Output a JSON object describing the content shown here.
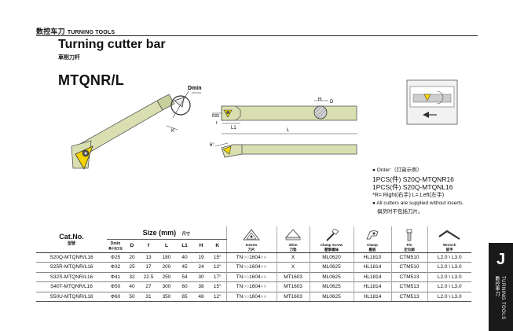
{
  "header": {
    "cn": "数控车刀",
    "en": "TURNING TOOLS"
  },
  "title": "Turning cutter bar",
  "subtitle": "車削刀杆",
  "model": "MTQNR/L",
  "drawing_labels": {
    "dmin": "Dmin",
    "h": "H",
    "d": "D",
    "r05": "R05",
    "f": "f",
    "l1": "L1",
    "l": "L",
    "k": "K",
    "angle": "6°"
  },
  "order": {
    "line1": "● Order:（訂貨示例）",
    "line2": "1PCS(件) S20Q-MTQNR16",
    "line3": "1PCS(件) S20Q-MTQNL16",
    "line4": "*R= Right(右手)   L= Left(左手)",
    "line5": "● All cutters are supplied without inserts.",
    "line6": "俱货时不包括刀片。"
  },
  "table": {
    "cat_no": "Cat.No.",
    "cat_cn": "型號",
    "size_label": "Size (mm)",
    "size_cn": "尺寸",
    "cols": [
      {
        "en": "Dmin",
        "cn": "最小加工径"
      },
      {
        "en": "D",
        "cn": ""
      },
      {
        "en": "f",
        "cn": ""
      },
      {
        "en": "L",
        "cn": ""
      },
      {
        "en": "L1",
        "cn": ""
      },
      {
        "en": "H",
        "cn": ""
      },
      {
        "en": "K",
        "cn": ""
      }
    ],
    "parts": [
      {
        "en": "Inserts",
        "cn": "刀片"
      },
      {
        "en": "Shim",
        "cn": "刀垫"
      },
      {
        "en": "Clamp Screw",
        "cn": "壓緊螺絲"
      },
      {
        "en": "Clamp",
        "cn": "壓板"
      },
      {
        "en": "Pin",
        "cn": "定位銷"
      },
      {
        "en": "Wrench",
        "cn": "扳手"
      }
    ],
    "rows": [
      [
        "S20Q-MTQNR/L16",
        "Φ25",
        "20",
        "13",
        "180",
        "40",
        "19",
        "15°",
        "TN○○1604○○",
        "X",
        "ML0620",
        "HL1810",
        "CTM510",
        "L2.0 \\ L3.0"
      ],
      [
        "S25R-MTQNR/L16",
        "Φ32",
        "25",
        "17",
        "200",
        "45",
        "24",
        "12°",
        "TN○○1604○○",
        "X",
        "ML0625",
        "HL1814",
        "CTM510",
        "L2.0 \\ L3.0"
      ],
      [
        "S32S-MTQNR/L16",
        "Φ41",
        "32",
        "22.5",
        "250",
        "54",
        "30",
        "17°",
        "TN○○1604○○",
        "MT1603",
        "ML0625",
        "HL1814",
        "CTM513",
        "L2.0 \\ L3.0"
      ],
      [
        "S40T-MTQNR/L16",
        "Φ50",
        "40",
        "27",
        "300",
        "60",
        "38",
        "15°",
        "TN○○1604○○",
        "MT1603",
        "ML0625",
        "HL1814",
        "CTM513",
        "L2.0 \\ L3.0"
      ],
      [
        "S50U-MTQNR/L16",
        "Φ60",
        "50",
        "31",
        "350",
        "65",
        "48",
        "12°",
        "TN○○1604○○",
        "MT1603",
        "ML0625",
        "HL1814",
        "CTM513",
        "L2.0 \\ L3.0"
      ]
    ]
  },
  "side_tab": {
    "letter": "J",
    "cn": "數控車刀",
    "en": "TURNING TOOLS"
  },
  "colors": {
    "bar": "#d9dfb0",
    "insert": "#f5d400",
    "tab": "#1a1a1a"
  }
}
